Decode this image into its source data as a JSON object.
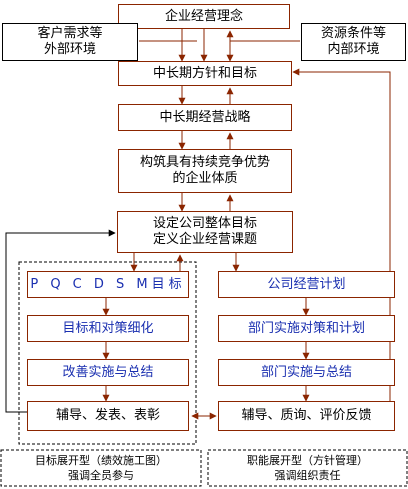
{
  "nodes": {
    "philosophy": "企业经营理念",
    "customer_needs": [
      "客户需求等",
      "外部环境"
    ],
    "resource_conditions": [
      "资源条件等",
      "内部环境"
    ],
    "mid_long_policy": "中长期方针和目标",
    "mid_long_strategy": "中长期经营战略",
    "sustainable_system": [
      "构筑具有持续竞争优势",
      "的企业体质"
    ],
    "overall_goal": [
      "设定公司整体目标",
      "定义企业经营课题"
    ],
    "pqcdsm": "P Q C D S M目标",
    "goal_breakdown": "目标和对策细化",
    "improve": "改善实施与总结",
    "guidance_left": "辅导、发表、表彰",
    "company_plan": "公司经营计划",
    "dept_plan": "部门实施对策和计划",
    "dept_execute": "部门实施与总结",
    "guidance_right": "辅导、质询、评价反馈"
  },
  "notes": {
    "left": [
      "目标展开型（绩效施工图）",
      "强调全员参与"
    ],
    "right": [
      "职能展开型（方针管理）",
      "强调组织责任"
    ]
  },
  "colors": {
    "box_border": "#8b2500",
    "arrow": "#8b2500",
    "blue_text": "#1a2fb0",
    "dark_line": "#000000"
  }
}
